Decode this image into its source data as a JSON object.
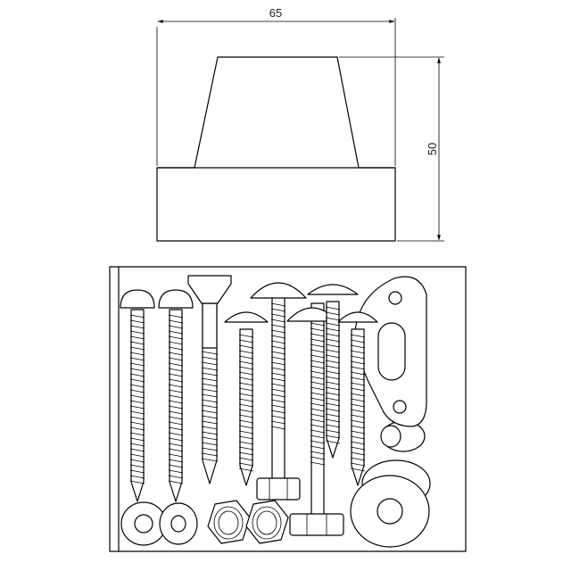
{
  "dimensions": {
    "width_label": "65",
    "height_label": "50"
  },
  "parts": {
    "block": "trapezoid-top-block-front-view",
    "kit": [
      "pan-head-wood-screw",
      "pan-head-wood-screw",
      "countersunk-wood-screw",
      "round-head-wood-screw",
      "round-head-bolt",
      "round-head-bolt",
      "round-head-wood-screw",
      "round-head-wood-screw",
      "slotted-gasket",
      "round-washer",
      "hex-nut"
    ]
  }
}
